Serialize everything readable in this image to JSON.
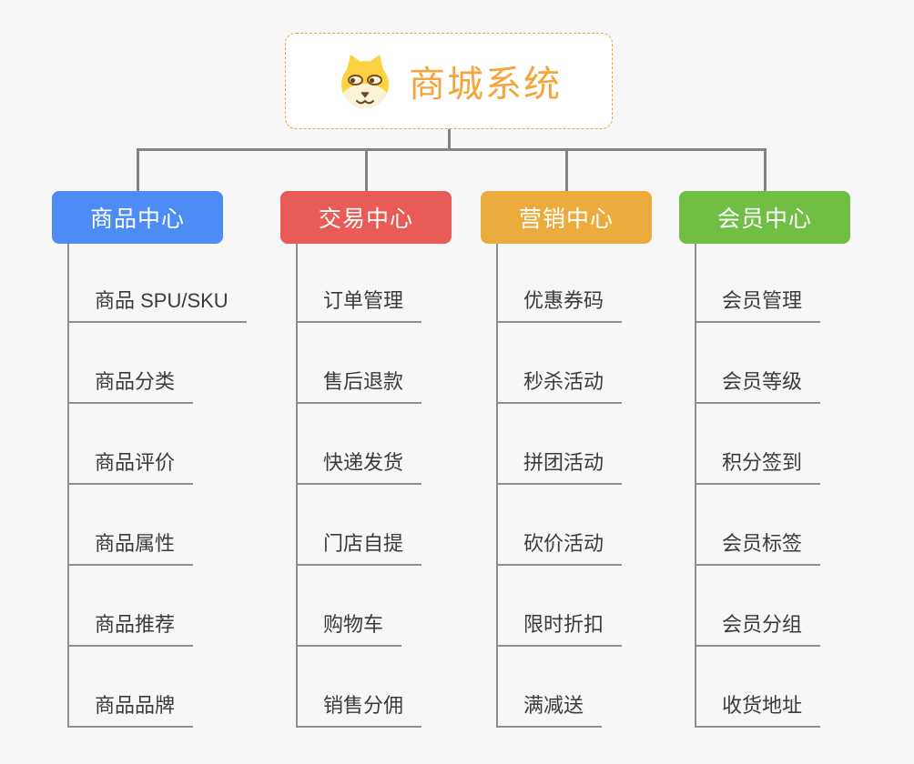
{
  "root": {
    "title": "商城系统",
    "icon": "doge-icon"
  },
  "branches": [
    {
      "label": "商品中心",
      "color": "#4d8cf5",
      "items": [
        "商品 SPU/SKU",
        "商品分类",
        "商品评价",
        "商品属性",
        "商品推荐",
        "商品品牌"
      ]
    },
    {
      "label": "交易中心",
      "color": "#e95b57",
      "items": [
        "订单管理",
        "售后退款",
        "快递发货",
        "门店自提",
        "购物车",
        "销售分佣"
      ]
    },
    {
      "label": "营销中心",
      "color": "#ecac3d",
      "items": [
        "优惠券码",
        "秒杀活动",
        "拼团活动",
        "砍价活动",
        "限时折扣",
        "满减送"
      ]
    },
    {
      "label": "会员中心",
      "color": "#70be44",
      "items": [
        "会员管理",
        "会员等级",
        "积分签到",
        "会员标签",
        "会员分组",
        "收货地址"
      ]
    }
  ],
  "colors": {
    "background": "#f7f7f7",
    "connector_line": "#838383",
    "underline": "#8f8f8f",
    "item_text": "#3b3b3b",
    "root_text": "#f5a53b",
    "root_border": "#f0a637",
    "root_background": "#ffffff"
  }
}
